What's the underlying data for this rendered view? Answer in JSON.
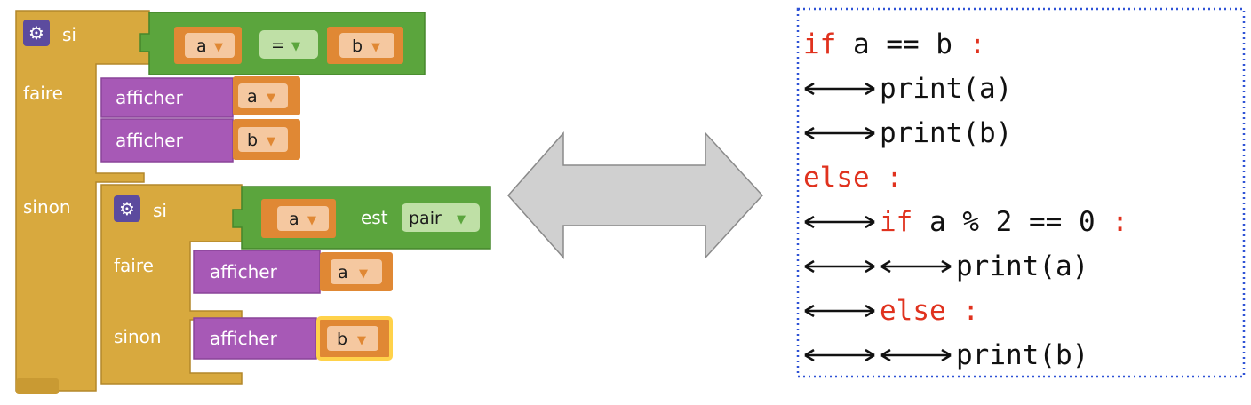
{
  "blocks": {
    "si": "si",
    "faire": "faire",
    "sinon": "sinon",
    "afficher": "afficher",
    "est": "est",
    "pair": "pair",
    "eq": "=",
    "var_a": "a",
    "var_b": "b"
  },
  "code": {
    "lines": [
      {
        "indent": 0,
        "parts": [
          {
            "t": "if",
            "k": true
          },
          {
            "t": " a == b ",
            "k": false
          },
          {
            "t": ":",
            "k": true
          }
        ]
      },
      {
        "indent": 1,
        "parts": [
          {
            "t": "print(a)",
            "k": false
          }
        ]
      },
      {
        "indent": 1,
        "parts": [
          {
            "t": "print(b)",
            "k": false
          }
        ]
      },
      {
        "indent": 0,
        "parts": [
          {
            "t": "else :",
            "k": true
          }
        ]
      },
      {
        "indent": 1,
        "parts": [
          {
            "t": "if",
            "k": true
          },
          {
            "t": " a % 2 == 0 ",
            "k": false
          },
          {
            "t": ":",
            "k": true
          }
        ]
      },
      {
        "indent": 2,
        "parts": [
          {
            "t": "print(a)",
            "k": false
          }
        ]
      },
      {
        "indent": 1,
        "parts": [
          {
            "t": "else :",
            "k": true
          }
        ]
      },
      {
        "indent": 2,
        "parts": [
          {
            "t": "print(b)",
            "k": false
          }
        ]
      }
    ]
  },
  "colors": {
    "control_block": "#d8a93e",
    "logic_block": "#5ba53d",
    "print_block": "#a759b6",
    "variable_block": "#e08834",
    "variable_pill": "#f5c8a0",
    "gear_icon_bg": "#5c4b9e",
    "selected_outline": "#ffd24a",
    "keyword": "#e0321e",
    "code_text": "#111111",
    "code_border": "#2f52d6",
    "arrow_fill": "#d0d0d0",
    "arrow_stroke": "#8a8a8a"
  }
}
